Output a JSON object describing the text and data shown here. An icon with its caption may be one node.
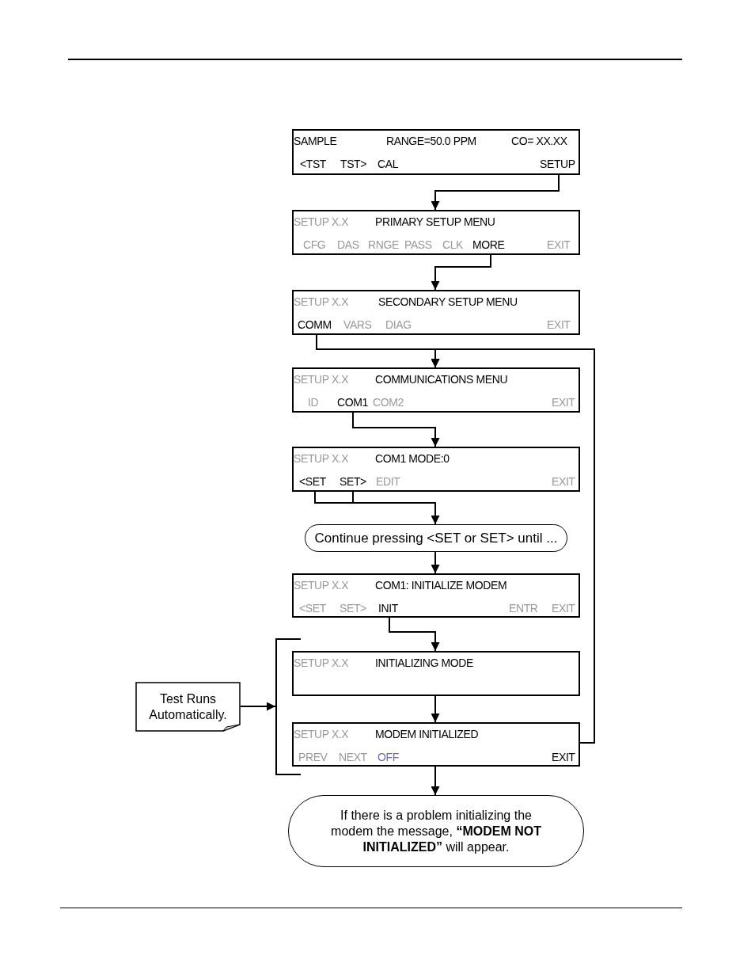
{
  "diagram": {
    "nodes": [
      {
        "text": [
          "SAMPLE",
          "RANGE=50.0 PPM",
          "CO= XX.XX",
          "<TST",
          "TST>",
          "CAL",
          "SETUP"
        ]
      },
      {
        "text": [
          "SETUP X.X",
          "PRIMARY SETUP MENU",
          "CFG",
          "DAS",
          "RNGE",
          "PASS",
          "CLK",
          "MORE",
          "EXIT"
        ]
      },
      {
        "text": [
          "SETUP X.X",
          "SECONDARY SETUP MENU",
          "COMM",
          "VARS",
          "DIAG",
          "EXIT"
        ]
      },
      {
        "text": [
          "SETUP X.X",
          "COMMUNICATIONS MENU",
          "ID",
          "COM1",
          "COM2",
          "EXIT"
        ]
      },
      {
        "text": [
          "SETUP X.X",
          "COM1 MODE:0",
          "<SET",
          "SET>",
          "EDIT",
          "EXIT"
        ]
      },
      {
        "text": [
          "Continue pressing <SET or SET> until ..."
        ]
      },
      {
        "text": [
          "SETUP X.X",
          "COM1: INITIALIZE MODEM",
          "<SET",
          "SET>",
          "INIT",
          "ENTR",
          "EXIT"
        ]
      },
      {
        "text": [
          "SETUP X.X",
          "INITIALIZING MODE"
        ]
      },
      {
        "text": [
          "SETUP X.X",
          "MODEM INITIALIZED",
          "PREV",
          "NEXT",
          "OFF",
          "EXIT"
        ]
      },
      {
        "text": [
          "If there is a problem initializing the modem the message, **“MODEM NOT INITIALIZED”** will appear."
        ]
      },
      {
        "text": [
          "Test Runs Automatically."
        ]
      },
      {
        "text": [],
        "shape": "bracket"
      }
    ],
    "edges": [
      {
        "from": 0,
        "to": 1,
        "arrow": "to"
      },
      {
        "from": 1,
        "to": 2,
        "arrow": "to"
      },
      {
        "from": 2,
        "to": 3,
        "arrow": "to"
      },
      {
        "from": 3,
        "to": 4,
        "arrow": "to"
      },
      {
        "from": 4,
        "to": 5,
        "arrow": "to"
      },
      {
        "from": 5,
        "to": 6,
        "arrow": "to"
      },
      {
        "from": 6,
        "to": 7,
        "arrow": "to"
      },
      {
        "from": 7,
        "to": 8,
        "arrow": "to"
      },
      {
        "from": 8,
        "to": 9,
        "arrow": "to"
      },
      {
        "from": 8,
        "to": 3,
        "arrow": "to"
      },
      {
        "from": 10,
        "to": 11,
        "arrow": "to"
      }
    ]
  }
}
